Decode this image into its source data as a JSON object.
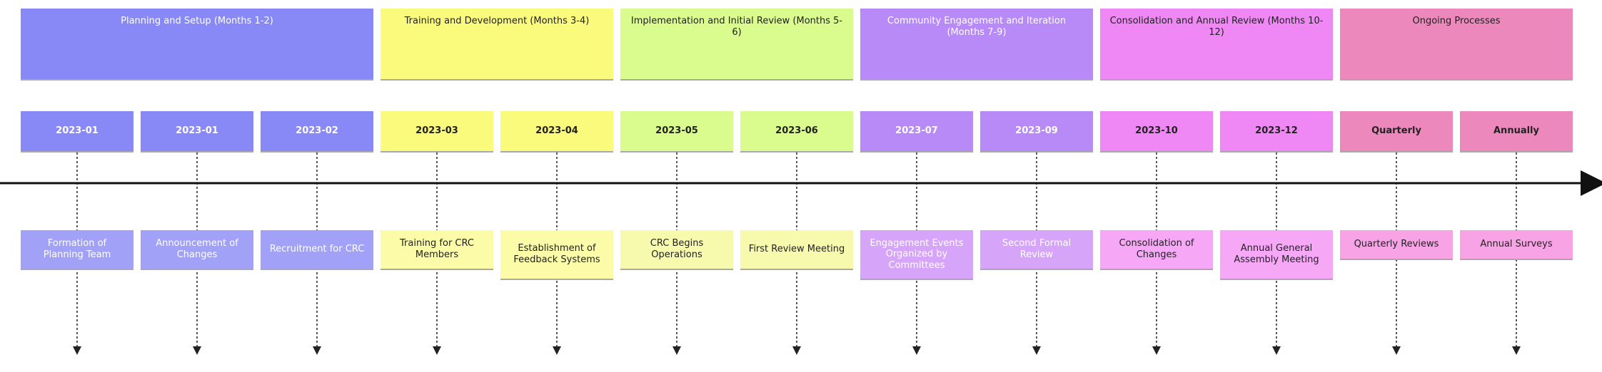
{
  "sections": [
    {
      "title": "Planning and Setup (Months 1-2)",
      "color": "#8888f7",
      "event_color": "#a1a1f8",
      "text": "light",
      "periods": [
        {
          "label": "2023-01",
          "event": "Formation of Planning Team"
        },
        {
          "label": "2023-01",
          "event": "Announcement of Changes"
        },
        {
          "label": "2023-02",
          "event": "Recruitment for CRC"
        }
      ]
    },
    {
      "title": "Training and Development (Months 3-4)",
      "color": "#fafa7d",
      "event_color": "#fbfba8",
      "text": "dark",
      "periods": [
        {
          "label": "2023-03",
          "event": "Training for CRC Members"
        },
        {
          "label": "2023-04",
          "event": "Establishment of Feedback Systems"
        }
      ]
    },
    {
      "title": "Implementation and Initial Review (Months 5-6)",
      "color": "#dafb8d",
      "event_color": "#f7faad",
      "text": "dark",
      "periods": [
        {
          "label": "2023-05",
          "event": "CRC Begins Operations"
        },
        {
          "label": "2023-06",
          "event": "First Review Meeting"
        }
      ]
    },
    {
      "title": "Community Engagement and Iteration (Months 7-9)",
      "color": "#b88af7",
      "event_color": "#d6a5f9",
      "text": "light",
      "periods": [
        {
          "label": "2023-07",
          "event": "Engagement Events Organized by Committees"
        },
        {
          "label": "2023-09",
          "event": "Second Formal Review"
        }
      ]
    },
    {
      "title": "Consolidation and Annual Review (Months 10-12)",
      "color": "#ef88f5",
      "event_color": "#f6a8f7",
      "text": "dark",
      "periods": [
        {
          "label": "2023-10",
          "event": "Consolidation of Changes"
        },
        {
          "label": "2023-12",
          "event": "Annual General Assembly Meeting"
        }
      ]
    },
    {
      "title": "Ongoing Processes",
      "color": "#ec88bc",
      "event_color": "#f7a3e6",
      "text": "dark",
      "periods": [
        {
          "label": "Quarterly",
          "event": "Quarterly Reviews"
        },
        {
          "label": "Annually",
          "event": "Annual Surveys"
        }
      ]
    }
  ],
  "axis_color": "#111111",
  "connector_color": "#222222"
}
